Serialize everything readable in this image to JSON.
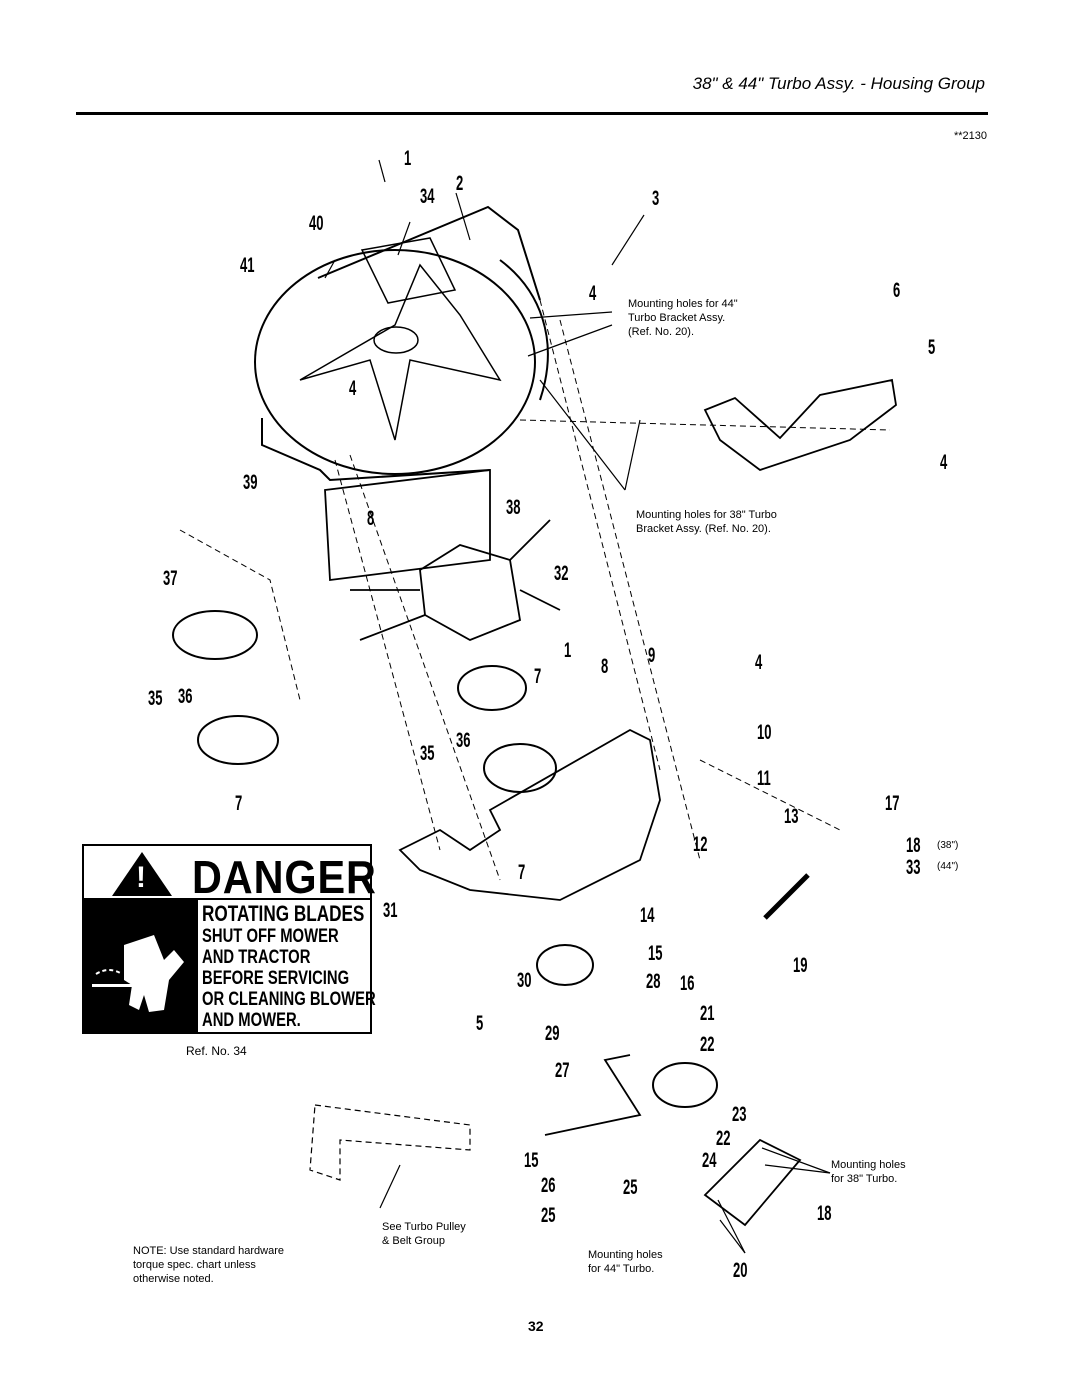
{
  "header": {
    "title": "38\" & 44\" Turbo Assy. - Housing Group",
    "doc_number": "**2130"
  },
  "callouts": [
    {
      "id": "c1a",
      "text": "1"
    },
    {
      "id": "c2",
      "text": "2"
    },
    {
      "id": "c34",
      "text": "34"
    },
    {
      "id": "c3",
      "text": "3"
    },
    {
      "id": "c40",
      "text": "40"
    },
    {
      "id": "c41",
      "text": "41"
    },
    {
      "id": "c4a",
      "text": "4"
    },
    {
      "id": "c4b",
      "text": "4"
    },
    {
      "id": "c6",
      "text": "6"
    },
    {
      "id": "c5a",
      "text": "5"
    },
    {
      "id": "c4c",
      "text": "4"
    },
    {
      "id": "c39",
      "text": "39"
    },
    {
      "id": "c8a",
      "text": "8"
    },
    {
      "id": "c38",
      "text": "38"
    },
    {
      "id": "c37",
      "text": "37"
    },
    {
      "id": "c32",
      "text": "32"
    },
    {
      "id": "c1b",
      "text": "1"
    },
    {
      "id": "c9",
      "text": "9"
    },
    {
      "id": "c4d",
      "text": "4"
    },
    {
      "id": "c7a",
      "text": "7"
    },
    {
      "id": "c8b",
      "text": "8"
    },
    {
      "id": "c35a",
      "text": "35"
    },
    {
      "id": "c36a",
      "text": "36"
    },
    {
      "id": "c35b",
      "text": "35"
    },
    {
      "id": "c36b",
      "text": "36"
    },
    {
      "id": "c10",
      "text": "10"
    },
    {
      "id": "c11",
      "text": "11"
    },
    {
      "id": "c7b",
      "text": "7"
    },
    {
      "id": "c17",
      "text": "17"
    },
    {
      "id": "c13",
      "text": "13"
    },
    {
      "id": "c12",
      "text": "12"
    },
    {
      "id": "c18a",
      "text": "18"
    },
    {
      "id": "c33",
      "text": "33"
    },
    {
      "id": "c7c",
      "text": "7"
    },
    {
      "id": "c31",
      "text": "31"
    },
    {
      "id": "c14",
      "text": "14"
    },
    {
      "id": "c15a",
      "text": "15"
    },
    {
      "id": "c19",
      "text": "19"
    },
    {
      "id": "c30",
      "text": "30"
    },
    {
      "id": "c28",
      "text": "28"
    },
    {
      "id": "c16",
      "text": "16"
    },
    {
      "id": "c5b",
      "text": "5"
    },
    {
      "id": "c29",
      "text": "29"
    },
    {
      "id": "c21",
      "text": "21"
    },
    {
      "id": "c22a",
      "text": "22"
    },
    {
      "id": "c27",
      "text": "27"
    },
    {
      "id": "c23",
      "text": "23"
    },
    {
      "id": "c22b",
      "text": "22"
    },
    {
      "id": "c15b",
      "text": "15"
    },
    {
      "id": "c24",
      "text": "24"
    },
    {
      "id": "c26",
      "text": "26"
    },
    {
      "id": "c25a",
      "text": "25"
    },
    {
      "id": "c25b",
      "text": "25"
    },
    {
      "id": "c18b",
      "text": "18"
    },
    {
      "id": "c20",
      "text": "20"
    }
  ],
  "size_notes": {
    "s38": "(38\")",
    "s44": "(44\")"
  },
  "notes": {
    "mount44_bracket": [
      "Mounting holes for 44\"",
      "Turbo Bracket Assy.",
      "(Ref. No. 20)."
    ],
    "mount38_bracket": [
      "Mounting holes for 38\" Turbo",
      "Bracket Assy. (Ref. No. 20)."
    ],
    "mount38_turbo": [
      "Mounting holes",
      "for 38\" Turbo."
    ],
    "mount44_turbo": [
      "Mounting holes",
      "for 44\" Turbo."
    ],
    "pulley_ref": [
      "See Turbo Pulley",
      "& Belt Group"
    ],
    "hardware_note": [
      "NOTE: Use standard hardware",
      "torque spec. chart unless",
      "otherwise noted."
    ]
  },
  "danger_decal": {
    "signal_word": "DANGER",
    "lines": [
      "ROTATING BLADES",
      "SHUT OFF MOWER",
      "AND TRACTOR",
      "BEFORE SERVICING",
      "OR CLEANING BLOWER",
      "AND MOWER."
    ],
    "ref": "Ref. No. 34"
  },
  "page_number": "32"
}
